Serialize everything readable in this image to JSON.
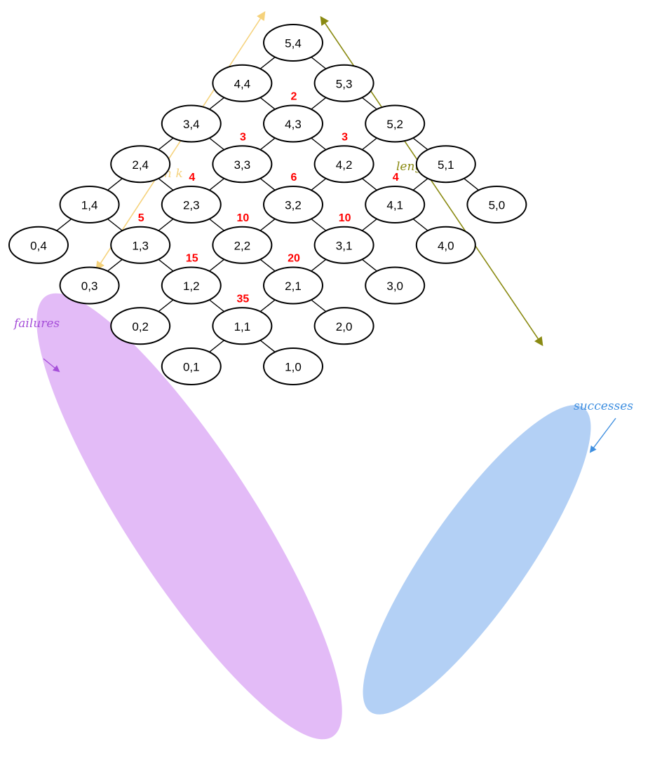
{
  "colors": {
    "failures_region": "#e3bbf7",
    "successes_region": "#b3d0f5",
    "failures_text": "#a64fd9",
    "successes_text": "#3f8fe0",
    "length_k": "#f5d27c",
    "length_n": "#8a8a12",
    "counts": "#ff0000"
  },
  "annotations": {
    "failures": "failures",
    "successes": "successes",
    "length_k": "length k",
    "length_n": "length n"
  },
  "nodes": [
    {
      "label": "5,4",
      "a": 5,
      "b": 4
    },
    {
      "label": "5,3",
      "a": 5,
      "b": 3
    },
    {
      "label": "4,4",
      "a": 4,
      "b": 4
    },
    {
      "label": "5,2",
      "a": 5,
      "b": 2
    },
    {
      "label": "4,3",
      "a": 4,
      "b": 3
    },
    {
      "label": "3,4",
      "a": 3,
      "b": 4
    },
    {
      "label": "5,1",
      "a": 5,
      "b": 1
    },
    {
      "label": "4,2",
      "a": 4,
      "b": 2
    },
    {
      "label": "3,3",
      "a": 3,
      "b": 3
    },
    {
      "label": "2,4",
      "a": 2,
      "b": 4
    },
    {
      "label": "5,0",
      "a": 5,
      "b": 0
    },
    {
      "label": "4,1",
      "a": 4,
      "b": 1
    },
    {
      "label": "3,2",
      "a": 3,
      "b": 2
    },
    {
      "label": "2,3",
      "a": 2,
      "b": 3
    },
    {
      "label": "1,4",
      "a": 1,
      "b": 4
    },
    {
      "label": "4,0",
      "a": 4,
      "b": 0
    },
    {
      "label": "3,1",
      "a": 3,
      "b": 1
    },
    {
      "label": "2,2",
      "a": 2,
      "b": 2
    },
    {
      "label": "1,3",
      "a": 1,
      "b": 3
    },
    {
      "label": "0,4",
      "a": 0,
      "b": 4
    },
    {
      "label": "3,0",
      "a": 3,
      "b": 0
    },
    {
      "label": "2,1",
      "a": 2,
      "b": 1
    },
    {
      "label": "1,2",
      "a": 1,
      "b": 2
    },
    {
      "label": "0,3",
      "a": 0,
      "b": 3
    },
    {
      "label": "2,0",
      "a": 2,
      "b": 0
    },
    {
      "label": "1,1",
      "a": 1,
      "b": 1
    },
    {
      "label": "0,2",
      "a": 0,
      "b": 2
    },
    {
      "label": "1,0",
      "a": 1,
      "b": 0
    },
    {
      "label": "0,1",
      "a": 0,
      "b": 1
    }
  ],
  "path_counts": [
    {
      "node": "4,3",
      "value": "2"
    },
    {
      "node": "4,2",
      "value": "3"
    },
    {
      "node": "3,3",
      "value": "3"
    },
    {
      "node": "4,1",
      "value": "4"
    },
    {
      "node": "3,2",
      "value": "6"
    },
    {
      "node": "2,3",
      "value": "4"
    },
    {
      "node": "3,1",
      "value": "10"
    },
    {
      "node": "2,2",
      "value": "10"
    },
    {
      "node": "1,3",
      "value": "5"
    },
    {
      "node": "2,1",
      "value": "20"
    },
    {
      "node": "1,2",
      "value": "15"
    },
    {
      "node": "1,1",
      "value": "35"
    }
  ]
}
